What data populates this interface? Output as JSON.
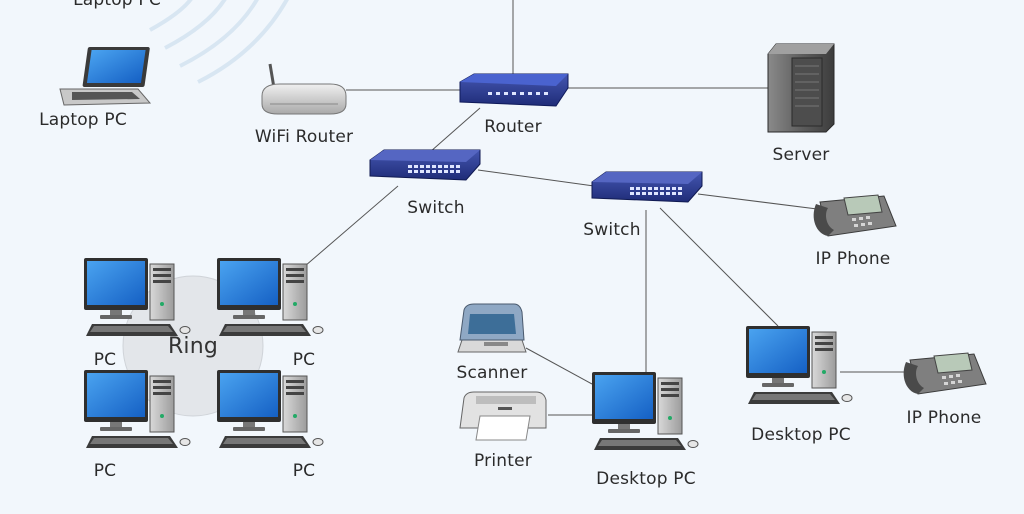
{
  "labels": {
    "laptop_top": "Laptop PC",
    "laptop": "Laptop PC",
    "wifi_router": "WiFi Router",
    "router": "Router",
    "server": "Server",
    "switch_left": "Switch",
    "switch_right": "Switch",
    "ip_phone_top": "IP Phone",
    "ip_phone_bottom": "IP Phone",
    "ring": "Ring",
    "pc_tl": "PC",
    "pc_tr": "PC",
    "pc_bl": "PC",
    "pc_br": "PC",
    "scanner": "Scanner",
    "printer": "Printer",
    "desktop_center": "Desktop PC",
    "desktop_right": "Desktop PC"
  },
  "colors": {
    "background": "#f2f7fc",
    "link_line": "#555555",
    "switch_blue": "#2c3e8f",
    "router_blue": "#2441a8",
    "screen_blue": "#1e73d6",
    "ring_fill": "#e3e6ea"
  },
  "icons": [
    "laptop-icon",
    "wifi-router-icon",
    "router-icon",
    "server-icon",
    "switch-icon",
    "ip-phone-icon",
    "desktop-pc-icon",
    "scanner-icon",
    "printer-icon",
    "wifi-waves-icon"
  ]
}
